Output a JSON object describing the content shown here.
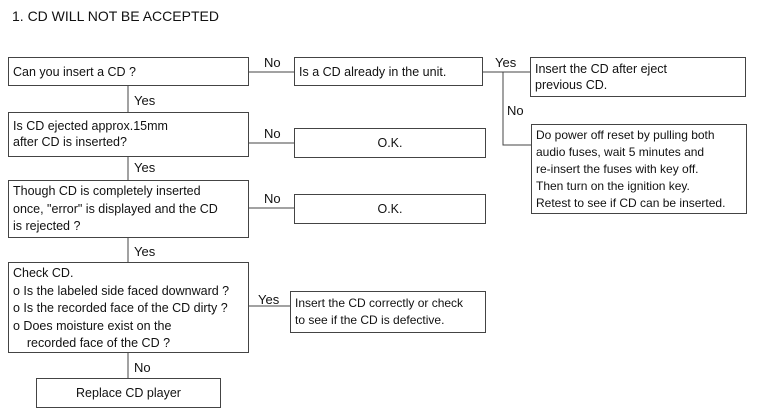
{
  "title": "1.  CD WILL NOT BE ACCEPTED",
  "nodes": {
    "q1": {
      "text": "Can you insert a CD ?"
    },
    "q_already": {
      "text": "Is a CD already in the unit."
    },
    "eject_insert": {
      "lines": [
        "Insert the CD after eject",
        "previous CD."
      ]
    },
    "power_reset": {
      "lines": [
        "Do power off reset by pulling both",
        "audio fuses, wait 5 minutes and",
        "re-insert the fuses with key off.",
        "Then turn on the ignition key.",
        "Retest to see  if CD can be inserted."
      ]
    },
    "q2": {
      "lines": [
        "Is CD ejected approx.15mm",
        "after CD is inserted?"
      ]
    },
    "ok1": {
      "text": "O.K."
    },
    "q3": {
      "lines": [
        "Though CD is completely inserted",
        "once, \"error\" is displayed and the CD",
        "is rejected ?"
      ]
    },
    "ok2": {
      "text": "O.K."
    },
    "check": {
      "lines": [
        "Check CD.",
        "o Is the labeled side faced downward ?",
        "o Is the recorded face of the CD dirty ?",
        "o Does moisture exist on the",
        "    recorded face of the CD ?"
      ]
    },
    "insert_correct": {
      "lines": [
        "Insert the CD correctly or check",
        "to see if the CD is defective."
      ]
    },
    "replace": {
      "text": "Replace CD player"
    }
  },
  "edge_labels": {
    "q1_no": "No",
    "already_yes": "Yes",
    "already_no": "No",
    "q1_yes": "Yes",
    "q2_no": "No",
    "q2_yes": "Yes",
    "q3_no": "No",
    "q3_yes": "Yes",
    "check_yes": "Yes",
    "check_no": "No"
  }
}
